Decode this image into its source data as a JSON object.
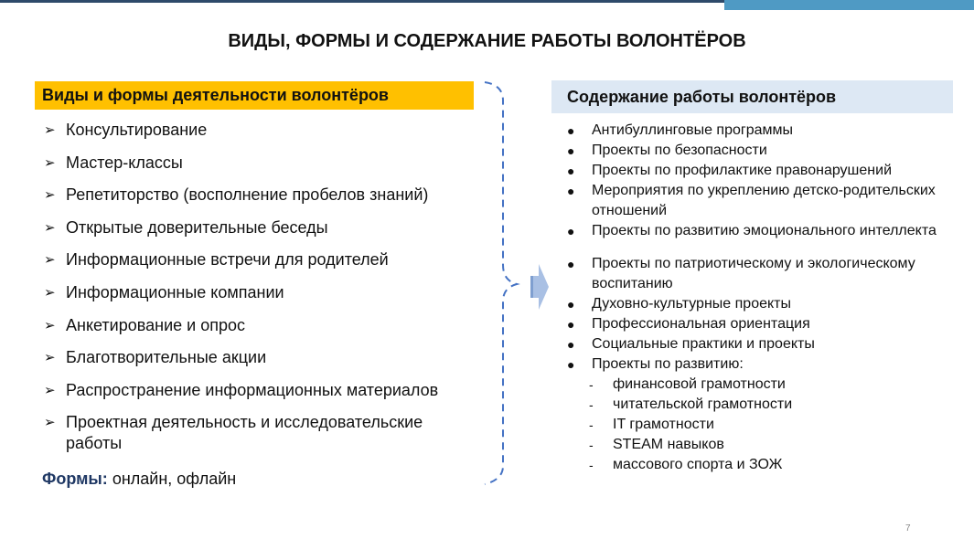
{
  "title": "ВИДЫ, ФОРМЫ И СОДЕРЖАНИЕ РАБОТЫ ВОЛОНТЁРОВ",
  "left": {
    "heading": "Виды и формы деятельности волонтёров",
    "items": [
      "Консультирование",
      "Мастер-классы",
      "Репетиторство (восполнение пробелов знаний)",
      "Открытые доверительные беседы",
      "Информационные встречи для родителей",
      "Информационные компании",
      "Анкетирование и опрос",
      "Благотворительные акции",
      "Распространение информационных материалов",
      "Проектная деятельность и исследовательские работы"
    ],
    "forms_label": "Формы:",
    "forms_value": " онлайн, офлайн"
  },
  "right": {
    "heading": "Содержание работы волонтёров",
    "items": [
      "Антибуллинговые программы",
      "Проекты по безопасности",
      "Проекты по профилактике правонарушений",
      "Мероприятия  по укреплению детско-родительских отношений",
      "Проекты по развитию эмоционального интеллекта",
      "Проекты по патриотическому  и экологическому  воспитанию",
      "Духовно-культурные  проекты",
      "Профессиональная  ориентация",
      "Социальные практики и проекты",
      "Проекты по развитию:"
    ],
    "subitems": [
      "финансовой грамотности",
      "читательской  грамотности",
      "IT грамотности",
      "STEAM навыков",
      "массового спорта и ЗОЖ"
    ]
  },
  "page_number": "7",
  "colors": {
    "left_heading_bg": "#ffc000",
    "right_heading_bg": "#dde8f4",
    "accent": "#4472c4"
  }
}
